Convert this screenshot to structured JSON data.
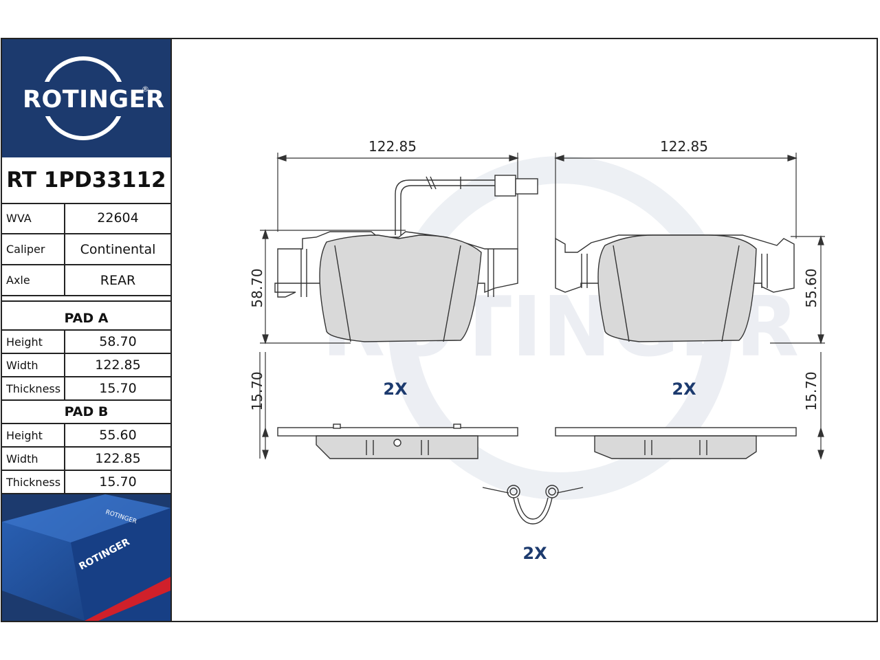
{
  "brand": {
    "name": "ROTINGER",
    "registered": "®"
  },
  "part_number": "RT 1PD33112",
  "specs": [
    {
      "key": "WVA",
      "value": "22604"
    },
    {
      "key": "Caliper",
      "value": "Continental"
    },
    {
      "key": "Axle",
      "value": "REAR"
    }
  ],
  "pad_a": {
    "title": "PAD A",
    "rows": [
      {
        "key": "Height",
        "value": "58.70"
      },
      {
        "key": "Width",
        "value": "122.85"
      },
      {
        "key": "Thickness",
        "value": "15.70"
      }
    ]
  },
  "pad_b": {
    "title": "PAD B",
    "rows": [
      {
        "key": "Height",
        "value": "55.60"
      },
      {
        "key": "Width",
        "value": "122.85"
      },
      {
        "key": "Thickness",
        "value": "15.70"
      }
    ]
  },
  "drawing": {
    "pad_a_width": "122.85",
    "pad_b_width": "122.85",
    "pad_a_height": "58.70",
    "pad_b_height": "55.60",
    "pad_a_thickness": "15.70",
    "pad_b_thickness": "15.70",
    "qty_pad_a": "2X",
    "qty_pad_b": "2X",
    "qty_spring": "2X",
    "watermark": "ROTINGER"
  },
  "box_logo": "ROTINGER",
  "colors": {
    "brand_blue": "#1c3a6e",
    "accent_red": "#d0202a",
    "pad_fill": "#d9d9d9",
    "label_blue": "#1c3a6e"
  }
}
